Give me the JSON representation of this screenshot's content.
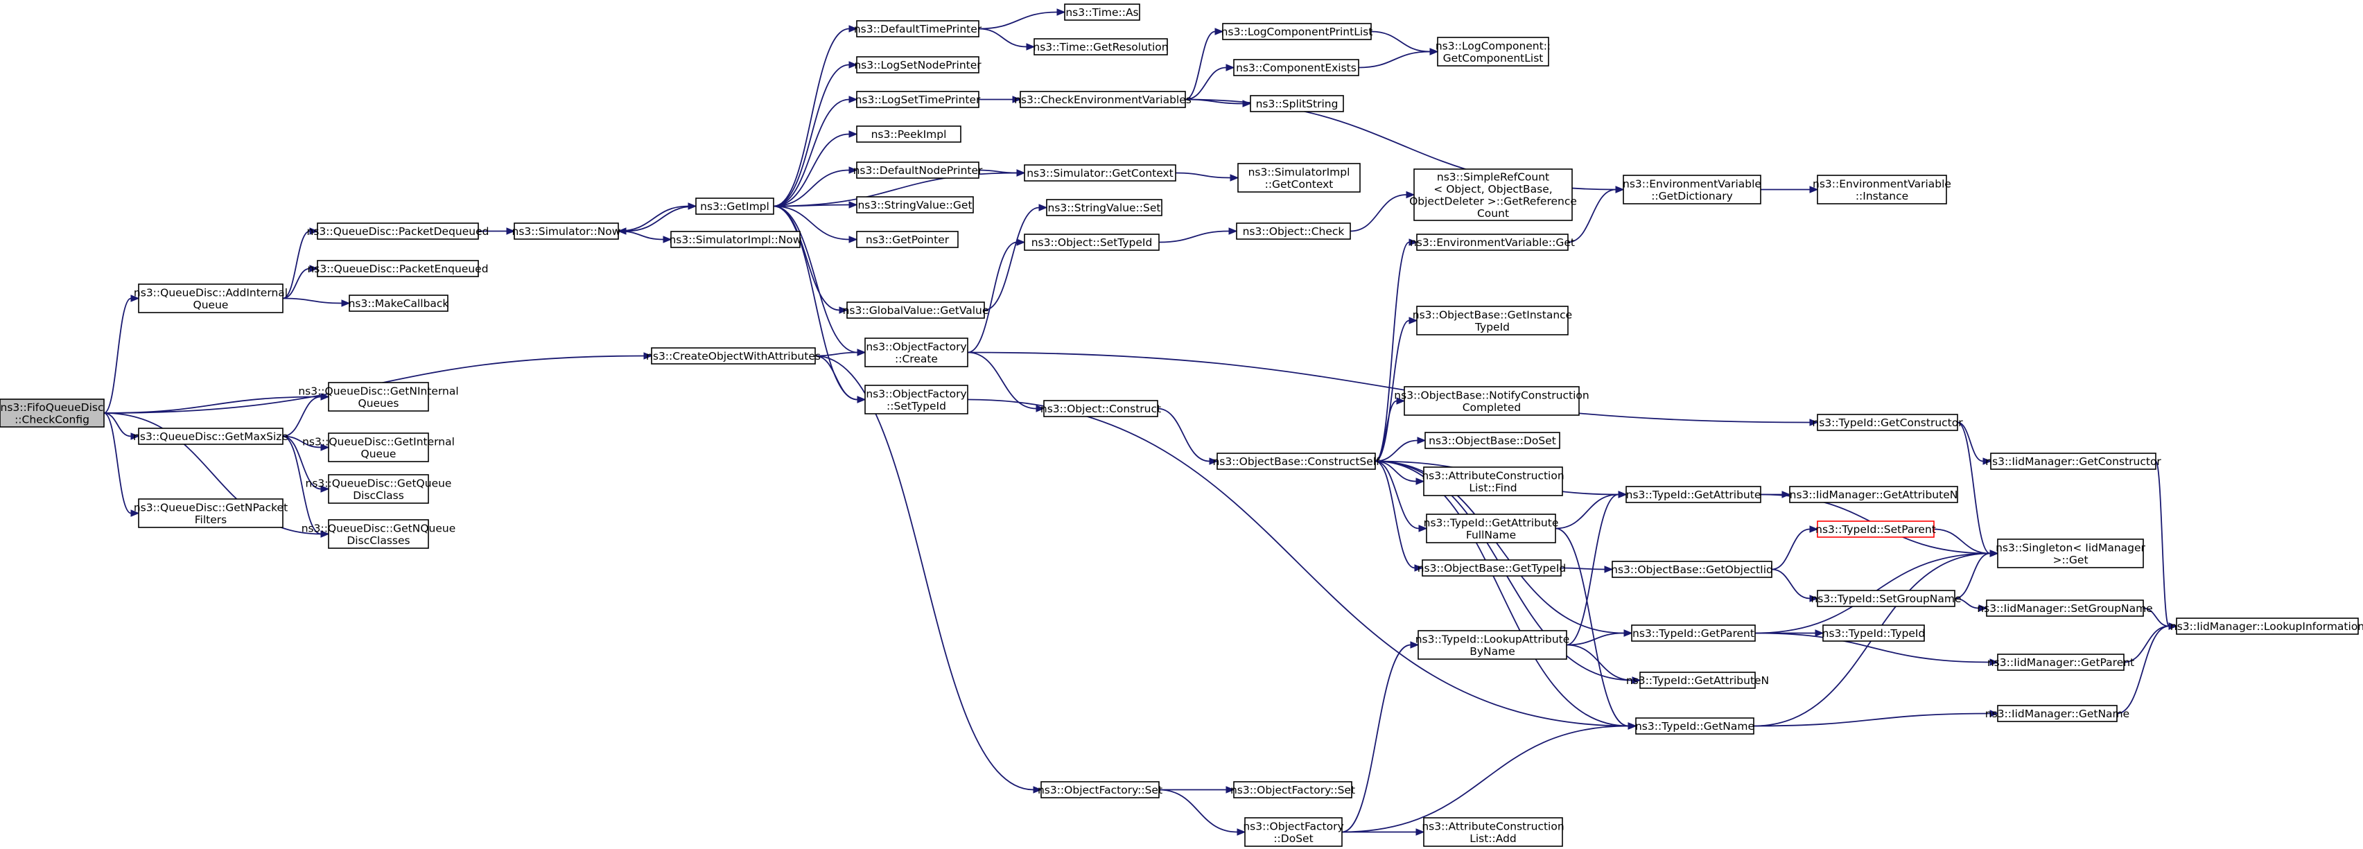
{
  "nodes": {
    "fifo": [
      "ns3::FifoQueueDisc",
      "::CheckConfig"
    ],
    "addInternal": [
      "ns3::QueueDisc::AddInternal",
      "Queue"
    ],
    "getNPacket": [
      "ns3::QueueDisc::GetNPacket",
      "Filters"
    ],
    "getMaxSize": [
      "ns3::QueueDisc::GetMaxSize"
    ],
    "getNInternal": [
      "ns3::QueueDisc::GetNInternal",
      "Queues"
    ],
    "createObj": [
      "ns3::CreateObjectWithAttributes"
    ],
    "packetDequeued": [
      "ns3::QueueDisc::PacketDequeued"
    ],
    "packetEnqueued": [
      "ns3::QueueDisc::PacketEnqueued"
    ],
    "makeCallback": [
      "ns3::MakeCallback"
    ],
    "getInternalQueue": [
      "ns3::QueueDisc::GetInternal",
      "Queue"
    ],
    "getQueueDiscClass": [
      "ns3::QueueDisc::GetQueue",
      "DiscClass"
    ],
    "getNQueueDiscClasses": [
      "ns3::QueueDisc::GetNQueue",
      "DiscClasses"
    ],
    "simNow": [
      "ns3::Simulator::Now"
    ],
    "getImpl": [
      "ns3::GetImpl"
    ],
    "simImplNow": [
      "ns3::SimulatorImpl::Now"
    ],
    "defaultTimePrinter": [
      "ns3::DefaultTimePrinter"
    ],
    "logSetNodePrinter": [
      "ns3::LogSetNodePrinter"
    ],
    "logSetTimePrinter": [
      "ns3::LogSetTimePrinter"
    ],
    "peekImpl": [
      "ns3::PeekImpl"
    ],
    "defaultNodePrinter": [
      "ns3::DefaultNodePrinter"
    ],
    "stringValueGet": [
      "ns3::StringValue::Get"
    ],
    "getPointer": [
      "ns3::GetPointer"
    ],
    "globalValueGetValue": [
      "ns3::GlobalValue::GetValue"
    ],
    "objFactoryCreate": [
      "ns3::ObjectFactory",
      "::Create"
    ],
    "objFactorySetTypeId": [
      "ns3::ObjectFactory",
      "::SetTypeId"
    ],
    "timeAs": [
      "ns3::Time::As"
    ],
    "timeGetResolution": [
      "ns3::Time::GetResolution"
    ],
    "checkEnv": [
      "ns3::CheckEnvironmentVariables"
    ],
    "simGetContext": [
      "ns3::Simulator::GetContext"
    ],
    "stringValueSet": [
      "ns3::StringValue::Set"
    ],
    "objSetTypeId": [
      "ns3::Object::SetTypeId"
    ],
    "objConstruct": [
      "ns3::Object::Construct"
    ],
    "objFactorySet": [
      "ns3::ObjectFactory::Set"
    ],
    "logCompPrintList": [
      "ns3::LogComponentPrintList"
    ],
    "compExists": [
      "ns3::ComponentExists"
    ],
    "splitString": [
      "ns3::SplitString"
    ],
    "simImplGetContext": [
      "ns3::SimulatorImpl",
      "::GetContext"
    ],
    "objCheck": [
      "ns3::Object::Check"
    ],
    "objBaseConstructSelf": [
      "ns3::ObjectBase::ConstructSelf"
    ],
    "objFactorySet2": [
      "ns3::ObjectFactory::Set"
    ],
    "objFactoryDoSet": [
      "ns3::ObjectFactory",
      "::DoSet"
    ],
    "logCompGetList": [
      "ns3::LogComponent::",
      "GetComponentList"
    ],
    "simpleRefCount": [
      "ns3::SimpleRefCount",
      "< Object, ObjectBase,",
      "ObjectDeleter >::GetReference",
      "Count"
    ],
    "envVarGet": [
      "ns3::EnvironmentVariable::Get"
    ],
    "objBaseGetInstanceTypeId": [
      "ns3::ObjectBase::GetInstance",
      "TypeId"
    ],
    "objBaseNotify": [
      "ns3::ObjectBase::NotifyConstruction",
      "Completed"
    ],
    "objBaseDoSet": [
      "ns3::ObjectBase::DoSet"
    ],
    "attrConstructionListFind": [
      "ns3::AttributeConstruction",
      "List::Find"
    ],
    "typeIdGetAttributeFullName": [
      "ns3::TypeId::GetAttribute",
      "FullName"
    ],
    "objBaseGetTypeId": [
      "ns3::ObjectBase::GetTypeId"
    ],
    "typeIdLookupAttr": [
      "ns3::TypeId::LookupAttribute",
      "ByName"
    ],
    "attrConstructionListAdd": [
      "ns3::AttributeConstruction",
      "List::Add"
    ],
    "envVarGetDictionary": [
      "ns3::EnvironmentVariable",
      "::GetDictionary"
    ],
    "envVarInstance": [
      "ns3::EnvironmentVariable",
      "::Instance"
    ],
    "typeIdGetAttribute": [
      "ns3::TypeId::GetAttribute"
    ],
    "objBaseGetObjectIid": [
      "ns3::ObjectBase::GetObjectIid"
    ],
    "typeIdGetParent": [
      "ns3::TypeId::GetParent"
    ],
    "typeIdGetAttributeN": [
      "ns3::TypeId::GetAttributeN"
    ],
    "typeIdGetName": [
      "ns3::TypeId::GetName"
    ],
    "typeIdGetConstructor": [
      "ns3::TypeId::GetConstructor"
    ],
    "iidGetConstructor": [
      "ns3::IidManager::GetConstructor"
    ],
    "iidGetAttributeN": [
      "ns3::IidManager::GetAttributeN"
    ],
    "typeIdSetParent": [
      "ns3::TypeId::SetParent"
    ],
    "typeIdSetGroupName": [
      "ns3::TypeId::SetGroupName"
    ],
    "singletonGet": [
      "ns3::Singleton< IidManager",
      ">::Get"
    ],
    "iidSetGroupName": [
      "ns3::IidManager::SetGroupName"
    ],
    "typeIdTypeId": [
      "ns3::TypeId::TypeId"
    ],
    "iidGetParent": [
      "ns3::IidManager::GetParent"
    ],
    "iidGetName": [
      "ns3::IidManager::GetName"
    ],
    "iidLookupInformation": [
      "ns3::IidManager::LookupInformation"
    ]
  },
  "edges": [
    [
      "fifo",
      "addInternal"
    ],
    [
      "fifo",
      "getNPacket"
    ],
    [
      "fifo",
      "getMaxSize"
    ],
    [
      "fifo",
      "getNInternal"
    ],
    [
      "fifo",
      "createObj"
    ],
    [
      "fifo",
      "getNQueueDiscClasses"
    ],
    [
      "addInternal",
      "packetDequeued"
    ],
    [
      "addInternal",
      "packetEnqueued"
    ],
    [
      "addInternal",
      "makeCallback"
    ],
    [
      "getMaxSize",
      "getNInternal"
    ],
    [
      "getMaxSize",
      "getInternalQueue"
    ],
    [
      "getMaxSize",
      "getQueueDiscClass"
    ],
    [
      "getMaxSize",
      "getNQueueDiscClasses"
    ],
    [
      "packetDequeued",
      "simNow"
    ],
    [
      "simNow",
      "getImpl"
    ],
    [
      "simNow",
      "simImplNow"
    ],
    [
      "getImpl",
      "simNow"
    ],
    [
      "getImpl",
      "defaultTimePrinter"
    ],
    [
      "getImpl",
      "logSetNodePrinter"
    ],
    [
      "getImpl",
      "logSetTimePrinter"
    ],
    [
      "getImpl",
      "peekImpl"
    ],
    [
      "getImpl",
      "defaultNodePrinter"
    ],
    [
      "getImpl",
      "stringValueGet"
    ],
    [
      "getImpl",
      "getPointer"
    ],
    [
      "getImpl",
      "globalValueGetValue"
    ],
    [
      "getImpl",
      "objFactoryCreate"
    ],
    [
      "getImpl",
      "objFactorySetTypeId"
    ],
    [
      "getImpl",
      "simGetContext"
    ],
    [
      "createObj",
      "objFactoryCreate"
    ],
    [
      "createObj",
      "objFactorySetTypeId"
    ],
    [
      "createObj",
      "objFactorySet"
    ],
    [
      "defaultTimePrinter",
      "timeAs"
    ],
    [
      "defaultTimePrinter",
      "timeGetResolution"
    ],
    [
      "logSetTimePrinter",
      "checkEnv"
    ],
    [
      "defaultNodePrinter",
      "simGetContext"
    ],
    [
      "globalValueGetValue",
      "stringValueSet"
    ],
    [
      "objFactoryCreate",
      "objSetTypeId"
    ],
    [
      "objFactoryCreate",
      "objConstruct"
    ],
    [
      "objFactoryCreate",
      "typeIdGetConstructor"
    ],
    [
      "objFactorySetTypeId",
      "typeIdGetName"
    ],
    [
      "checkEnv",
      "logCompPrintList"
    ],
    [
      "checkEnv",
      "compExists"
    ],
    [
      "checkEnv",
      "splitString"
    ],
    [
      "checkEnv",
      "envVarGetDictionary"
    ],
    [
      "simGetContext",
      "simImplGetContext"
    ],
    [
      "objSetTypeId",
      "objCheck"
    ],
    [
      "objConstruct",
      "objBaseConstructSelf"
    ],
    [
      "objFactorySet",
      "objFactorySet2"
    ],
    [
      "objFactorySet",
      "objFactoryDoSet"
    ],
    [
      "logCompPrintList",
      "logCompGetList"
    ],
    [
      "compExists",
      "logCompGetList"
    ],
    [
      "objCheck",
      "simpleRefCount"
    ],
    [
      "objBaseConstructSelf",
      "envVarGet"
    ],
    [
      "objBaseConstructSelf",
      "objBaseGetInstanceTypeId"
    ],
    [
      "objBaseConstructSelf",
      "objBaseNotify"
    ],
    [
      "objBaseConstructSelf",
      "objBaseDoSet"
    ],
    [
      "objBaseConstructSelf",
      "attrConstructionListFind"
    ],
    [
      "objBaseConstructSelf",
      "typeIdGetAttributeFullName"
    ],
    [
      "objBaseConstructSelf",
      "objBaseGetTypeId"
    ],
    [
      "objBaseConstructSelf",
      "typeIdGetAttribute"
    ],
    [
      "objBaseConstructSelf",
      "typeIdGetParent"
    ],
    [
      "objBaseConstructSelf",
      "typeIdGetAttributeN"
    ],
    [
      "objBaseConstructSelf",
      "typeIdGetName"
    ],
    [
      "envVarGet",
      "envVarGetDictionary"
    ],
    [
      "envVarGetDictionary",
      "envVarInstance"
    ],
    [
      "typeIdGetAttributeFullName",
      "typeIdGetAttribute"
    ],
    [
      "typeIdGetAttributeFullName",
      "typeIdGetName"
    ],
    [
      "objBaseGetTypeId",
      "objBaseGetObjectIid"
    ],
    [
      "objFactoryDoSet",
      "typeIdLookupAttr"
    ],
    [
      "objFactoryDoSet",
      "attrConstructionListAdd"
    ],
    [
      "objFactoryDoSet",
      "typeIdGetName"
    ],
    [
      "typeIdLookupAttr",
      "typeIdGetAttribute"
    ],
    [
      "typeIdLookupAttr",
      "typeIdGetParent"
    ],
    [
      "typeIdLookupAttr",
      "typeIdGetAttributeN"
    ],
    [
      "typeIdGetAttribute",
      "iidGetAttributeN"
    ],
    [
      "typeIdGetAttribute",
      "singletonGet"
    ],
    [
      "objBaseGetObjectIid",
      "typeIdSetParent"
    ],
    [
      "objBaseGetObjectIid",
      "typeIdSetGroupName"
    ],
    [
      "typeIdGetParent",
      "singletonGet"
    ],
    [
      "typeIdGetParent",
      "typeIdTypeId"
    ],
    [
      "typeIdGetParent",
      "iidGetParent"
    ],
    [
      "typeIdGetName",
      "singletonGet"
    ],
    [
      "typeIdGetName",
      "iidGetName"
    ],
    [
      "typeIdGetConstructor",
      "iidGetConstructor"
    ],
    [
      "typeIdGetConstructor",
      "singletonGet"
    ],
    [
      "typeIdSetParent",
      "singletonGet"
    ],
    [
      "typeIdSetGroupName",
      "singletonGet"
    ],
    [
      "typeIdSetGroupName",
      "iidSetGroupName"
    ],
    [
      "iidGetConstructor",
      "iidLookupInformation"
    ],
    [
      "iidSetGroupName",
      "iidLookupInformation"
    ],
    [
      "iidGetParent",
      "iidLookupInformation"
    ],
    [
      "iidGetName",
      "iidLookupInformation"
    ]
  ],
  "colors": {
    "edge": "#191970",
    "root_fill": "#bfbfbf",
    "node_border": "#000000",
    "highlight_border": "#ff0000"
  },
  "highlight": {
    "root": "fifo",
    "red_border": [
      "typeIdSetParent"
    ]
  }
}
